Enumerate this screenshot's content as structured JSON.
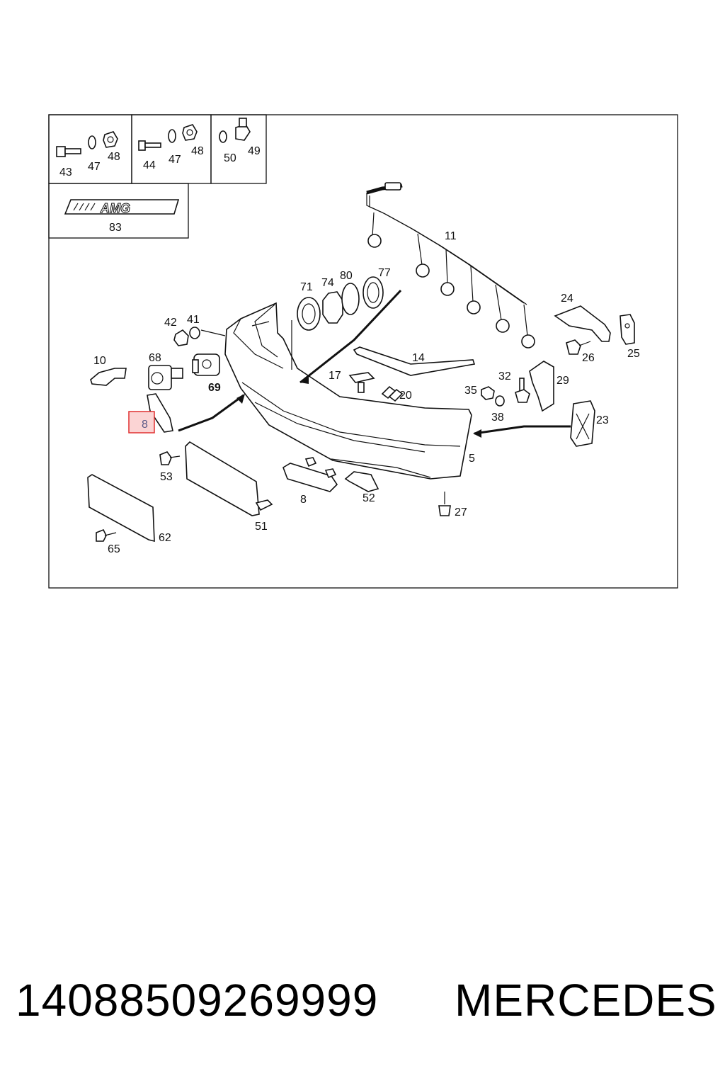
{
  "diagram": {
    "labels": {
      "p43": "43",
      "p47a": "47",
      "p48a": "48",
      "p44": "44",
      "p47b": "47",
      "p48b": "48",
      "p50": "50",
      "p49": "49",
      "p83": "83",
      "p11": "11",
      "p71": "71",
      "p74": "74",
      "p80": "80",
      "p77": "77",
      "p24": "24",
      "p26": "26",
      "p25": "25",
      "p42": "42",
      "p41": "41",
      "p10": "10",
      "p68": "68",
      "p69": "69",
      "p17": "17",
      "p14": "14",
      "p20": "20",
      "p32": "32",
      "p29": "29",
      "p35": "35",
      "p38": "38",
      "p23": "23",
      "p8_highlight": "8",
      "p53": "53",
      "p5": "5",
      "p8": "8",
      "p52": "52",
      "p27": "27",
      "p51": "51",
      "p62": "62",
      "p65": "65"
    },
    "emblem_text": "AMG",
    "highlight_color": "#e03030"
  },
  "footer": {
    "part_number": "14088509269999",
    "brand": "MERCEDES"
  }
}
